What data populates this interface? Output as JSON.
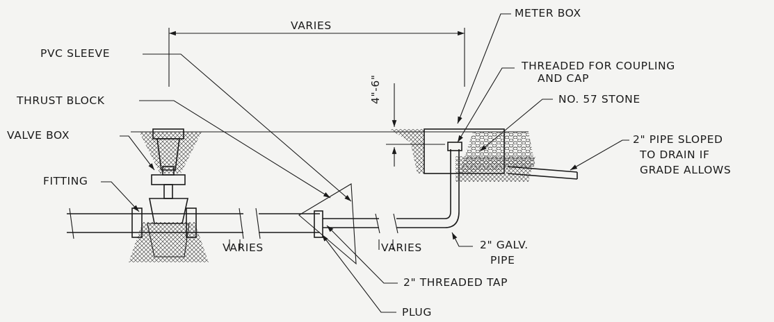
{
  "labels": {
    "varies_top": "VARIES",
    "meter_box": "METER BOX",
    "pvc_sleeve": "PVC SLEEVE",
    "threaded_line1": "THREADED FOR COUPLING",
    "threaded_line2": "AND CAP",
    "depth": "4\"-6\"",
    "thrust_block": "THRUST BLOCK",
    "stone": "NO. 57 STONE",
    "valve_box": "VALVE BOX",
    "pipe_sloped_line1": "2\" PIPE SLOPED",
    "pipe_sloped_line2": "TO DRAIN IF",
    "pipe_sloped_line3": "GRADE ALLOWS",
    "fitting": "FITTING",
    "varies_left": "VARIES",
    "varies_right": "VARIES",
    "galv_line1": "2\" GALV.",
    "galv_line2": "PIPE",
    "threaded_tap": "2\" THREADED TAP",
    "plug": "PLUG"
  },
  "colors": {
    "ink": "#1a1a1a",
    "paper": "#f4f4f2"
  }
}
